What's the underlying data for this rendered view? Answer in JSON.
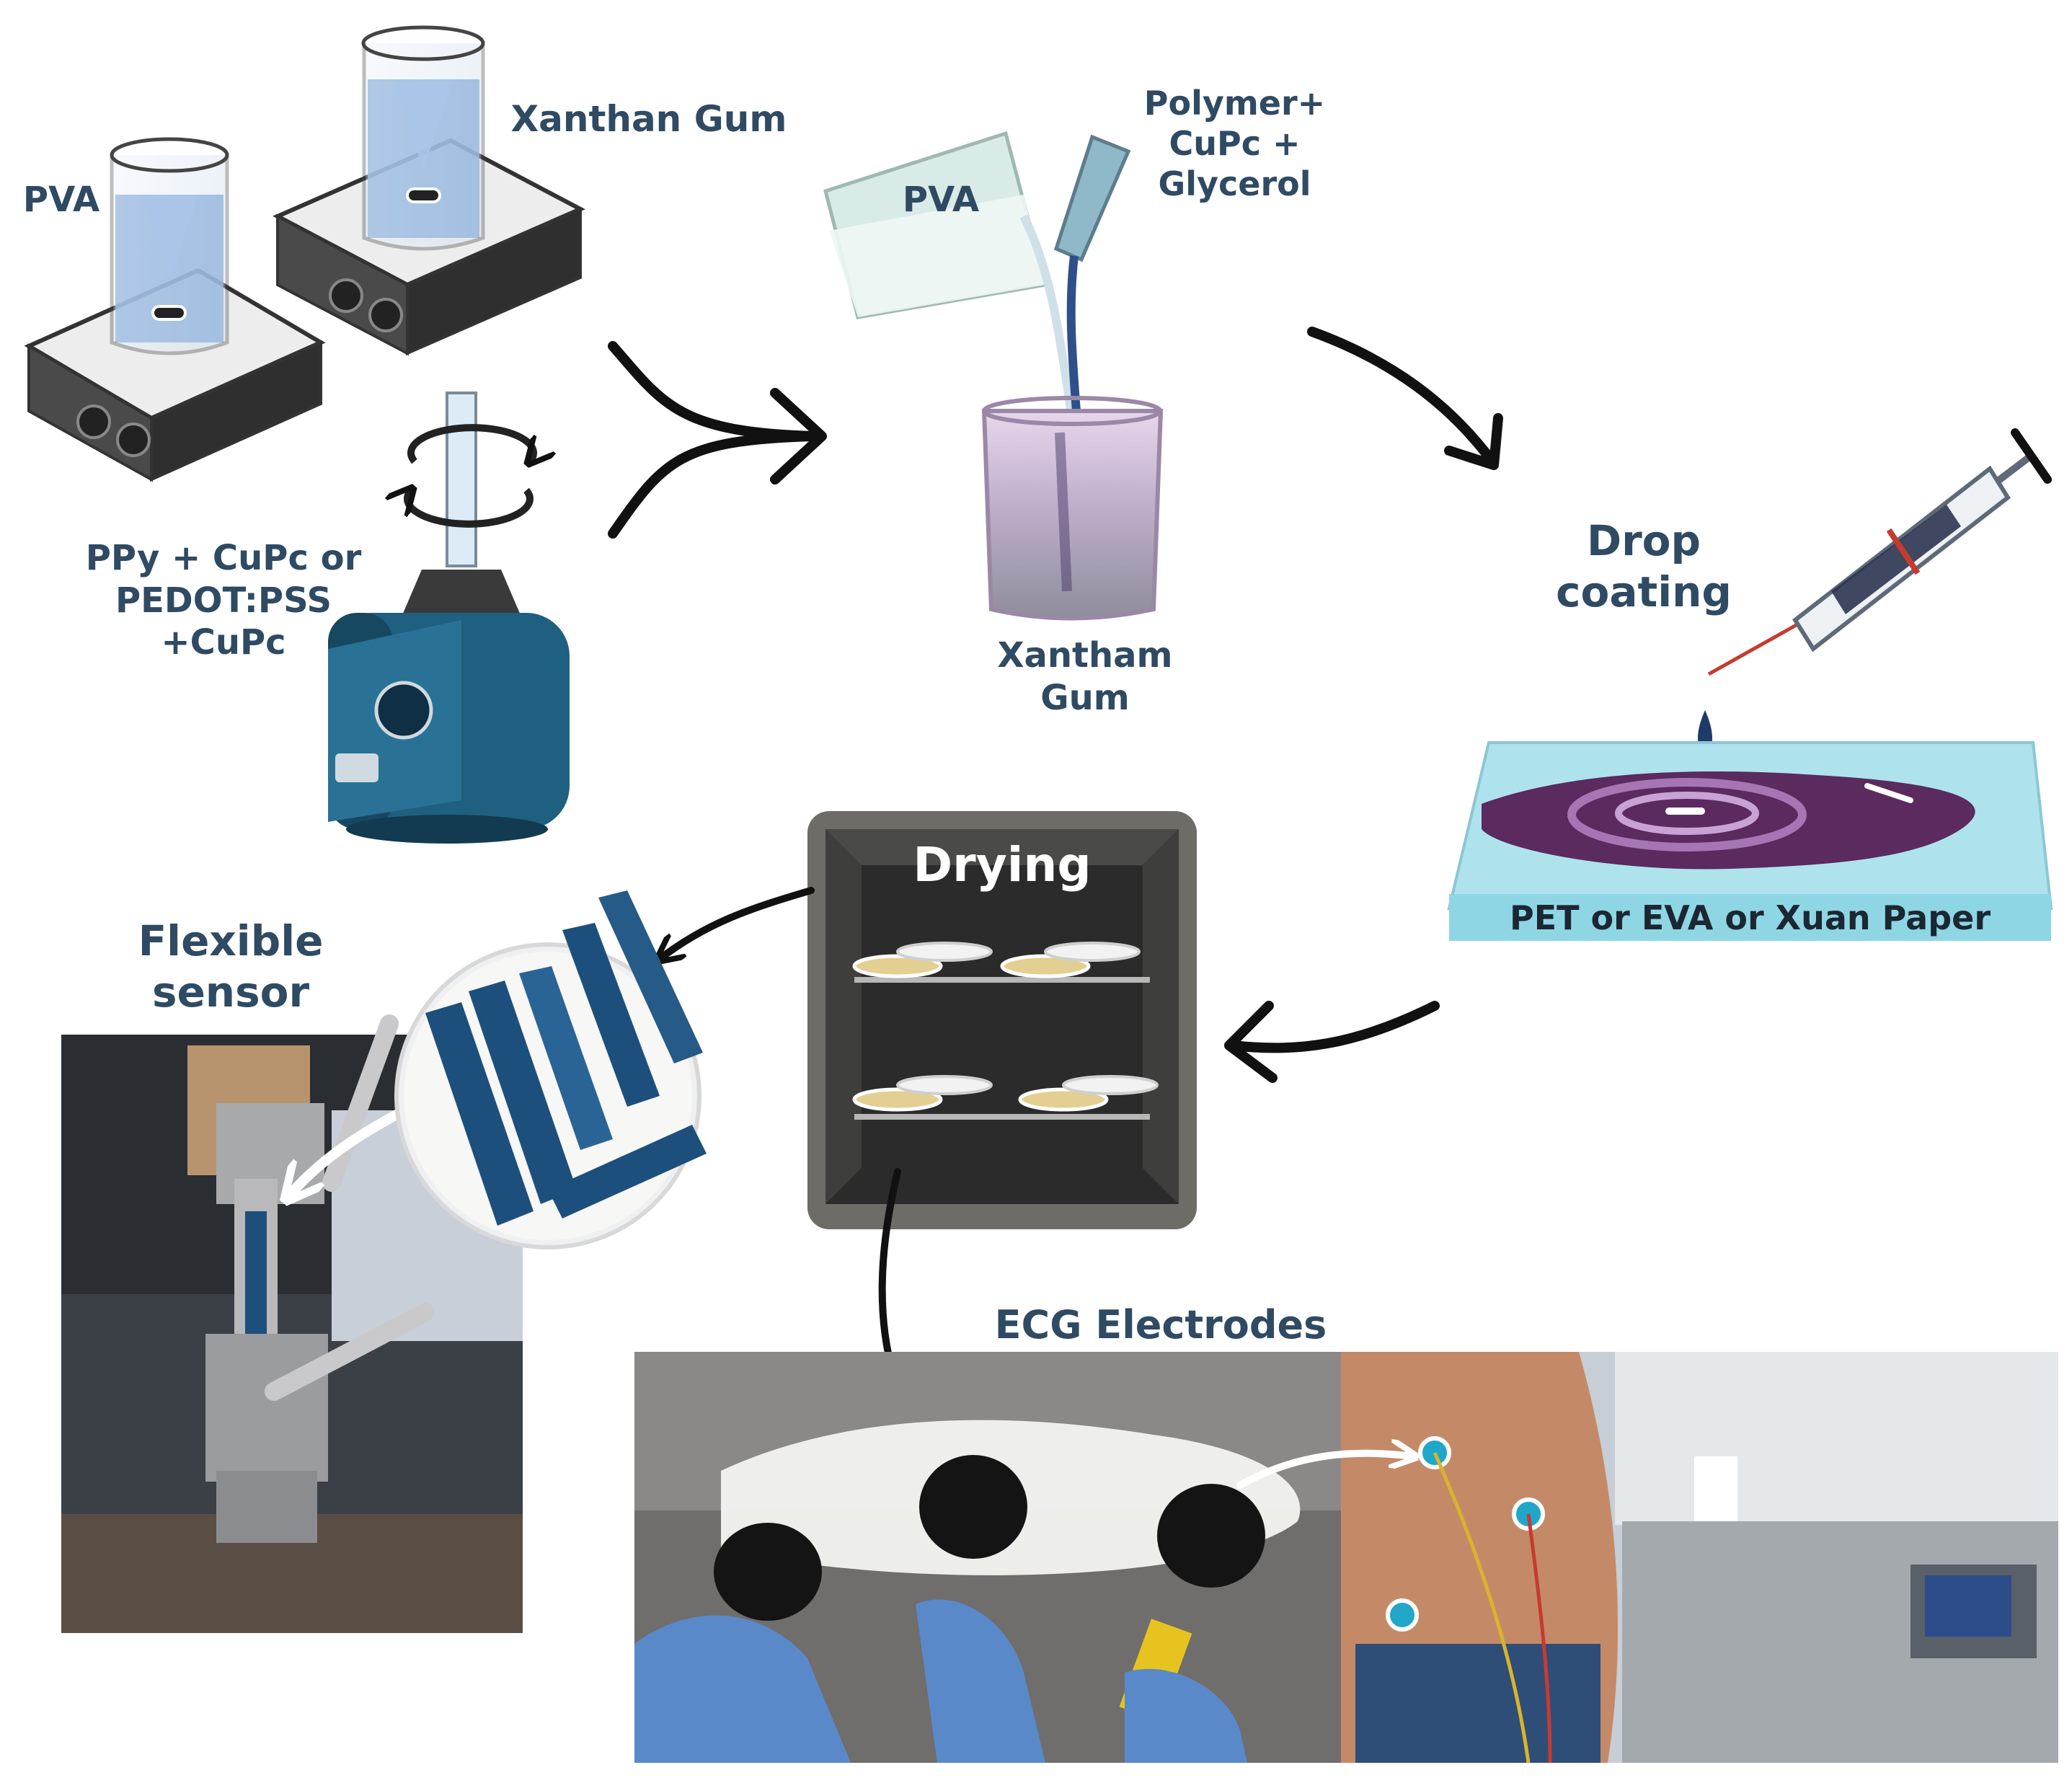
{
  "labels": {
    "pva_left": "PVA",
    "xanthan_gum": "Xanthan Gum",
    "ppy_mix": [
      "PPy + CuPc or",
      "PEDOT:PSS",
      "+CuPc"
    ],
    "pva_pour": "PVA",
    "polymer_mix": [
      "Polymer+",
      "CuPc +",
      "Glycerol"
    ],
    "xantham_gum": [
      "Xantham",
      "Gum"
    ],
    "drop_coating": [
      "Drop",
      "coating"
    ],
    "substrate": "PET or EVA or Xuan Paper",
    "drying": "Drying",
    "flexible_sensor": [
      "Flexible",
      "sensor"
    ],
    "ecg_electrodes": "ECG Electrodes"
  },
  "colors": {
    "label_text": "#2f4a63",
    "liquid_blue": "#7ea6d6",
    "film_purple": "#5b2a5e",
    "substrate_blue": "#aee3ee",
    "oven_gray": "#6e6c66",
    "sensor_blue": "#1d4f7c",
    "arrow": "#111111"
  }
}
